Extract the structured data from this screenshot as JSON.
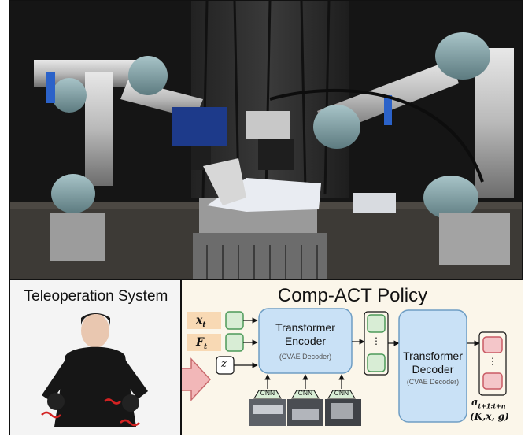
{
  "teleop": {
    "title": "Teleoperation System"
  },
  "policy": {
    "title": "Comp-ACT Policy",
    "inputs": [
      "x",
      "F",
      "z"
    ],
    "input_subscript": "t",
    "encoder": {
      "title_line1": "Transformer",
      "title_line2": "Encoder",
      "subtitle": "(CVAE Decoder)"
    },
    "decoder": {
      "title_line1": "Transformer",
      "title_line2": "Decoder",
      "subtitle": "(CVAE Decoder)"
    },
    "cnn_label": "CNN",
    "ellipsis": "⋮",
    "output": {
      "symbol": "a",
      "subscript": "t+1:t+n",
      "tuple": "(K,x, g)"
    }
  },
  "colors": {
    "input_fill": "#f8d9b4",
    "token_fill": "#d8edd5",
    "token_stroke": "#4c9a59",
    "transformer_fill": "#c9e1f6",
    "transformer_stroke": "#6f9ec4",
    "output_fill": "#f4c6c9",
    "output_stroke": "#c95a64",
    "cnn_fill": "#d8edd5",
    "arrow_fill": "#f2b7b8"
  }
}
